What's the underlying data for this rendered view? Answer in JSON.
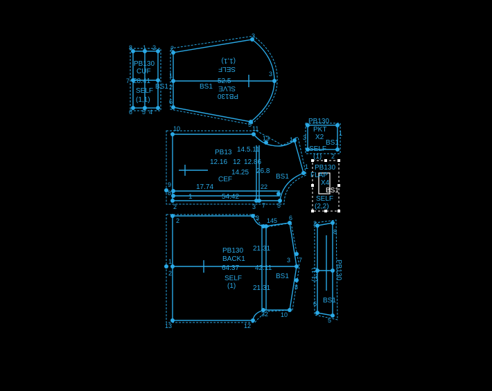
{
  "colors": {
    "line": "#2aa9e6",
    "background": "#000000",
    "selection": "#ffffff"
  },
  "cuff": {
    "labels": [
      "PB130",
      "CUF",
      "28.41",
      "SELF",
      "(1,1)",
      "BS1"
    ],
    "points": [
      "8",
      "1",
      "2",
      "7",
      "6",
      "5",
      "4"
    ]
  },
  "sleeve": {
    "labels": [
      "PB130",
      "SLVE",
      "SELF",
      "(1,1)",
      "52.5",
      "BS1"
    ],
    "points": [
      "2",
      "1",
      "2",
      "6",
      "3",
      "3",
      "5"
    ]
  },
  "front": {
    "labels": [
      "PB13",
      "14.5.11",
      "12.16",
      "12",
      "12.86",
      "14.25",
      "26.8",
      "CEF",
      "17.74",
      "54.42",
      "BS1",
      "1"
    ],
    "points": [
      "10",
      "11",
      "13",
      "14",
      "9",
      "8",
      "22",
      "5",
      "2",
      "3",
      "7",
      "1"
    ]
  },
  "back": {
    "labels": [
      "PB130",
      "BACK1",
      "64.37",
      "SELF",
      "(1)",
      "21.31",
      "42.11",
      "21.31",
      "BS1"
    ],
    "points": [
      "2",
      "3",
      "145",
      "6",
      "1",
      "2",
      "3",
      "7",
      "8",
      "10",
      "32",
      "12",
      "13"
    ]
  },
  "pocket": {
    "labels": [
      "PB130",
      "PKT",
      "X2",
      "BS1",
      "SELF",
      "(1)"
    ],
    "points": [
      "1",
      "3",
      "2"
    ]
  },
  "flap": {
    "labels": [
      "PB130",
      "FLAP",
      "X4",
      "BS1",
      "SELF",
      "(2,2)"
    ],
    "points": [
      "4",
      "3"
    ]
  },
  "collar": {
    "labels": [
      "PB130",
      "(1,1)",
      "BS1"
    ],
    "points": [
      "2",
      "8",
      "6",
      "5"
    ]
  }
}
